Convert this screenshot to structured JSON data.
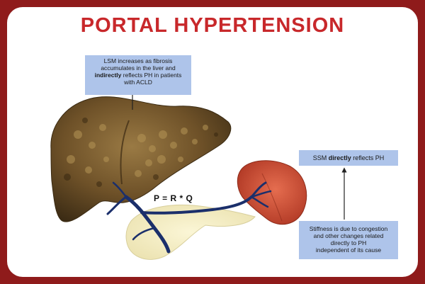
{
  "title": "PORTAL HYPERTENSION",
  "lsm_box": {
    "line1": "LSM increases as fibrosis",
    "line2": "accumulates in the liver and",
    "line3_bold": "indirectly",
    "line3_rest": " reflects PH in patients",
    "line4": "with ACLD"
  },
  "ssm_box": {
    "pre": "SSM ",
    "bold": "directly",
    "post": " reflects PH"
  },
  "stiffness_box": {
    "line1": "Stiffness is due to congestion",
    "line2": "and other changes related",
    "line3": "directly to PH",
    "line4": "independent of its cause"
  },
  "formula": "P = R * Q",
  "colors": {
    "frame": "#8f1b1b",
    "title": "#c8282b",
    "callout_bg": "#aec4ea",
    "liver": "#7a5a2e",
    "spleen": "#d2553a",
    "vein": "#1b2f6b"
  }
}
